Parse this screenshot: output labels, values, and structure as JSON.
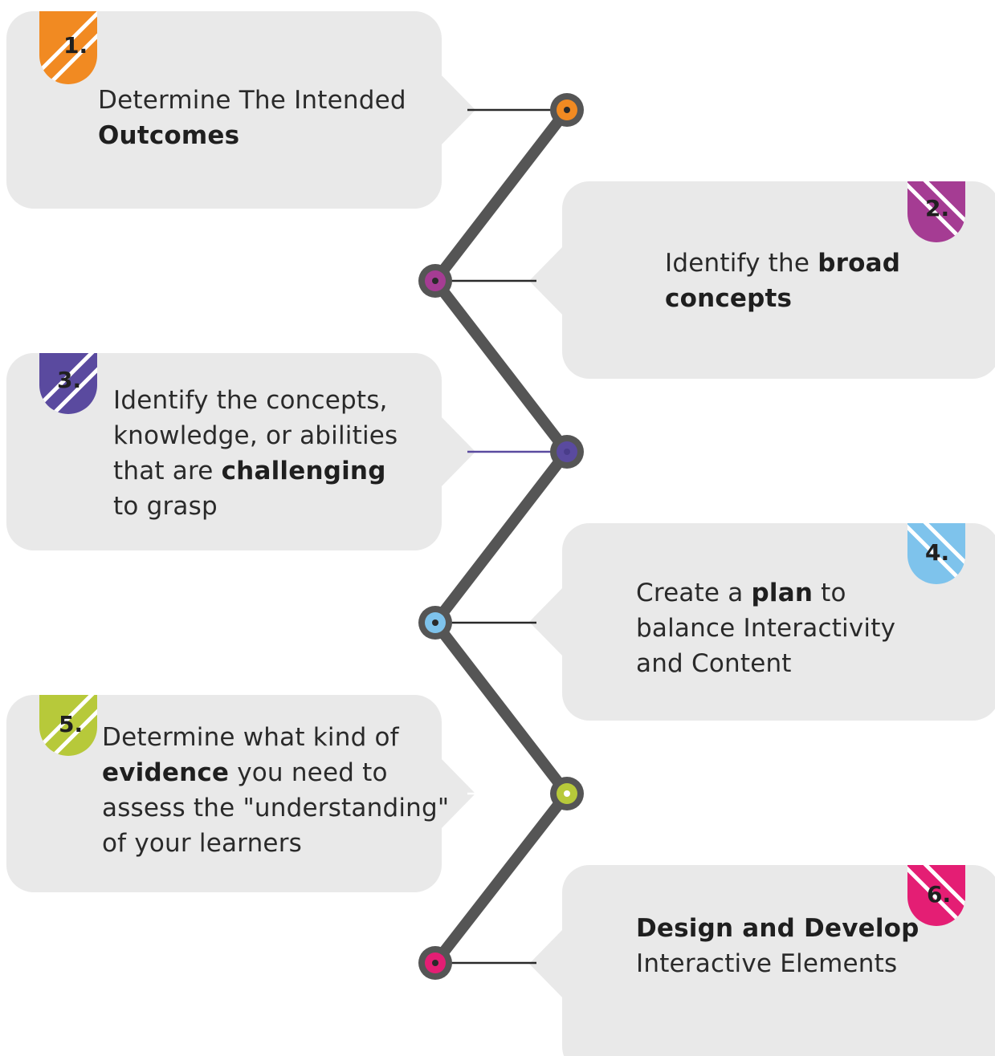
{
  "colors": {
    "card": "#e9e9e9",
    "path": "#555555",
    "connector": "#2a2a2a",
    "step1": "#f18a22",
    "step2": "#a53c93",
    "step3": "#5a4a9f",
    "step4": "#7ec3ec",
    "step5": "#b7c93a",
    "step6": "#e41e74"
  },
  "steps": [
    {
      "number": "1.",
      "pre": "Determine The Intended",
      "bold": "Outcomes",
      "post": "",
      "icon": "orange-shield-badge"
    },
    {
      "number": "2.",
      "pre": "Identify the ",
      "bold": "broad concepts",
      "post": "",
      "icon": "magenta-shield-badge"
    },
    {
      "number": "3.",
      "pre": "Identify the concepts, knowledge, or abilities that are ",
      "bold": "challenging",
      "post": "to grasp",
      "icon": "purple-shield-badge"
    },
    {
      "number": "4.",
      "pre": "Create a ",
      "bold": "plan",
      "post": " to balance Interactivity and Content",
      "icon": "blue-shield-badge"
    },
    {
      "number": "5.",
      "pre": "Determine what kind of ",
      "bold": "evidence",
      "post": " you need to assess the \"understanding\" of your learners",
      "icon": "green-shield-badge"
    },
    {
      "number": "6.",
      "pre": "",
      "bold": "Design and Develop",
      "post": "Interactive Elements",
      "icon": "pink-shield-badge"
    }
  ]
}
